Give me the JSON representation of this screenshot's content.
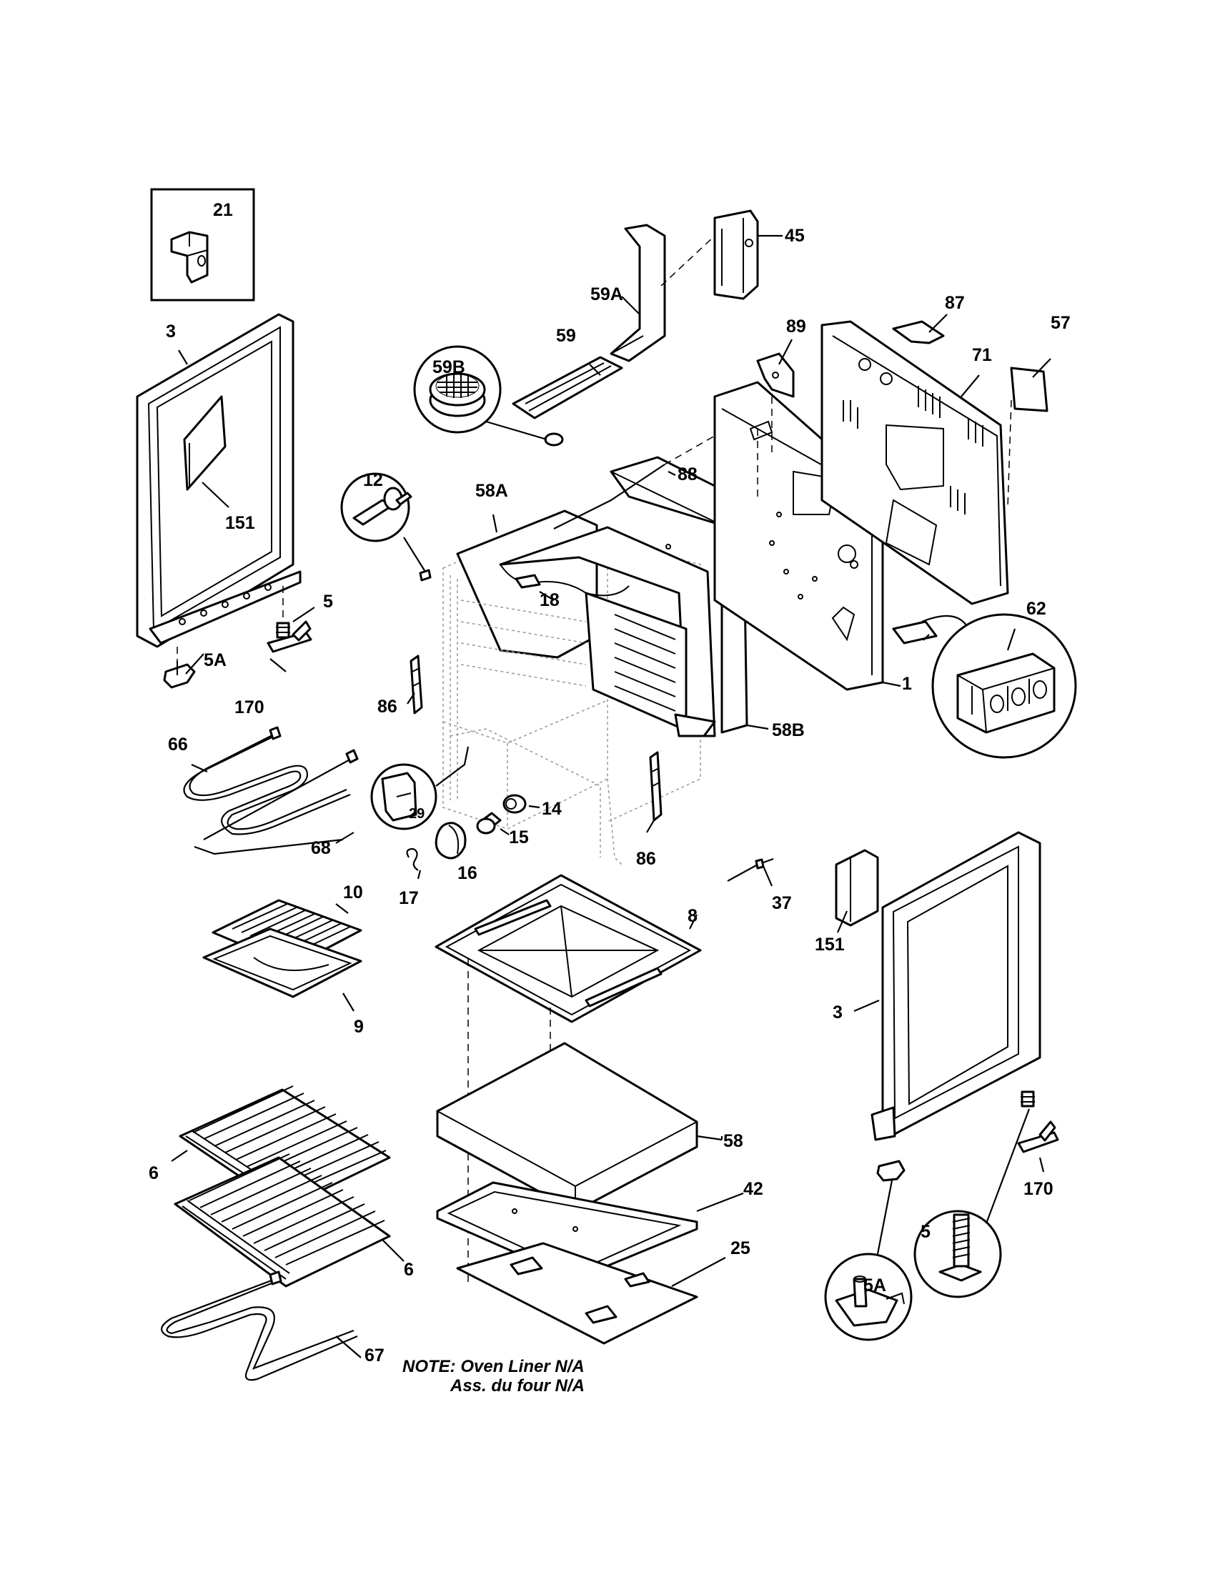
{
  "diagram": {
    "labels": {
      "p21": "21",
      "p45": "45",
      "p59A": "59A",
      "p87": "87",
      "p57": "57",
      "p3_left": "3",
      "p89": "89",
      "p71": "71",
      "p59": "59",
      "p59B": "59B",
      "p12": "12",
      "p58A": "58A",
      "p88": "88",
      "p151_left": "151",
      "p18": "18",
      "p5_left": "5",
      "p62": "62",
      "p1": "1",
      "p5A_left": "5A",
      "p170_left": "170",
      "p86_left": "86",
      "p58B": "58B",
      "p66": "66",
      "p29": "29",
      "p14": "14",
      "p15": "15",
      "p68": "68",
      "p16": "16",
      "p86_right": "86",
      "p17": "17",
      "p37": "37",
      "p10": "10",
      "p8": "8",
      "p151_right": "151",
      "p9": "9",
      "p3_right": "3",
      "p58": "58",
      "p6_top": "6",
      "p42": "42",
      "p170_right": "170",
      "p25": "25",
      "p6_bottom": "6",
      "p5_right": "5",
      "p5A_right": "5A",
      "p67": "67"
    },
    "note": {
      "line1": "NOTE: Oven Liner N/A",
      "line2": "Ass. du four N/A"
    }
  }
}
